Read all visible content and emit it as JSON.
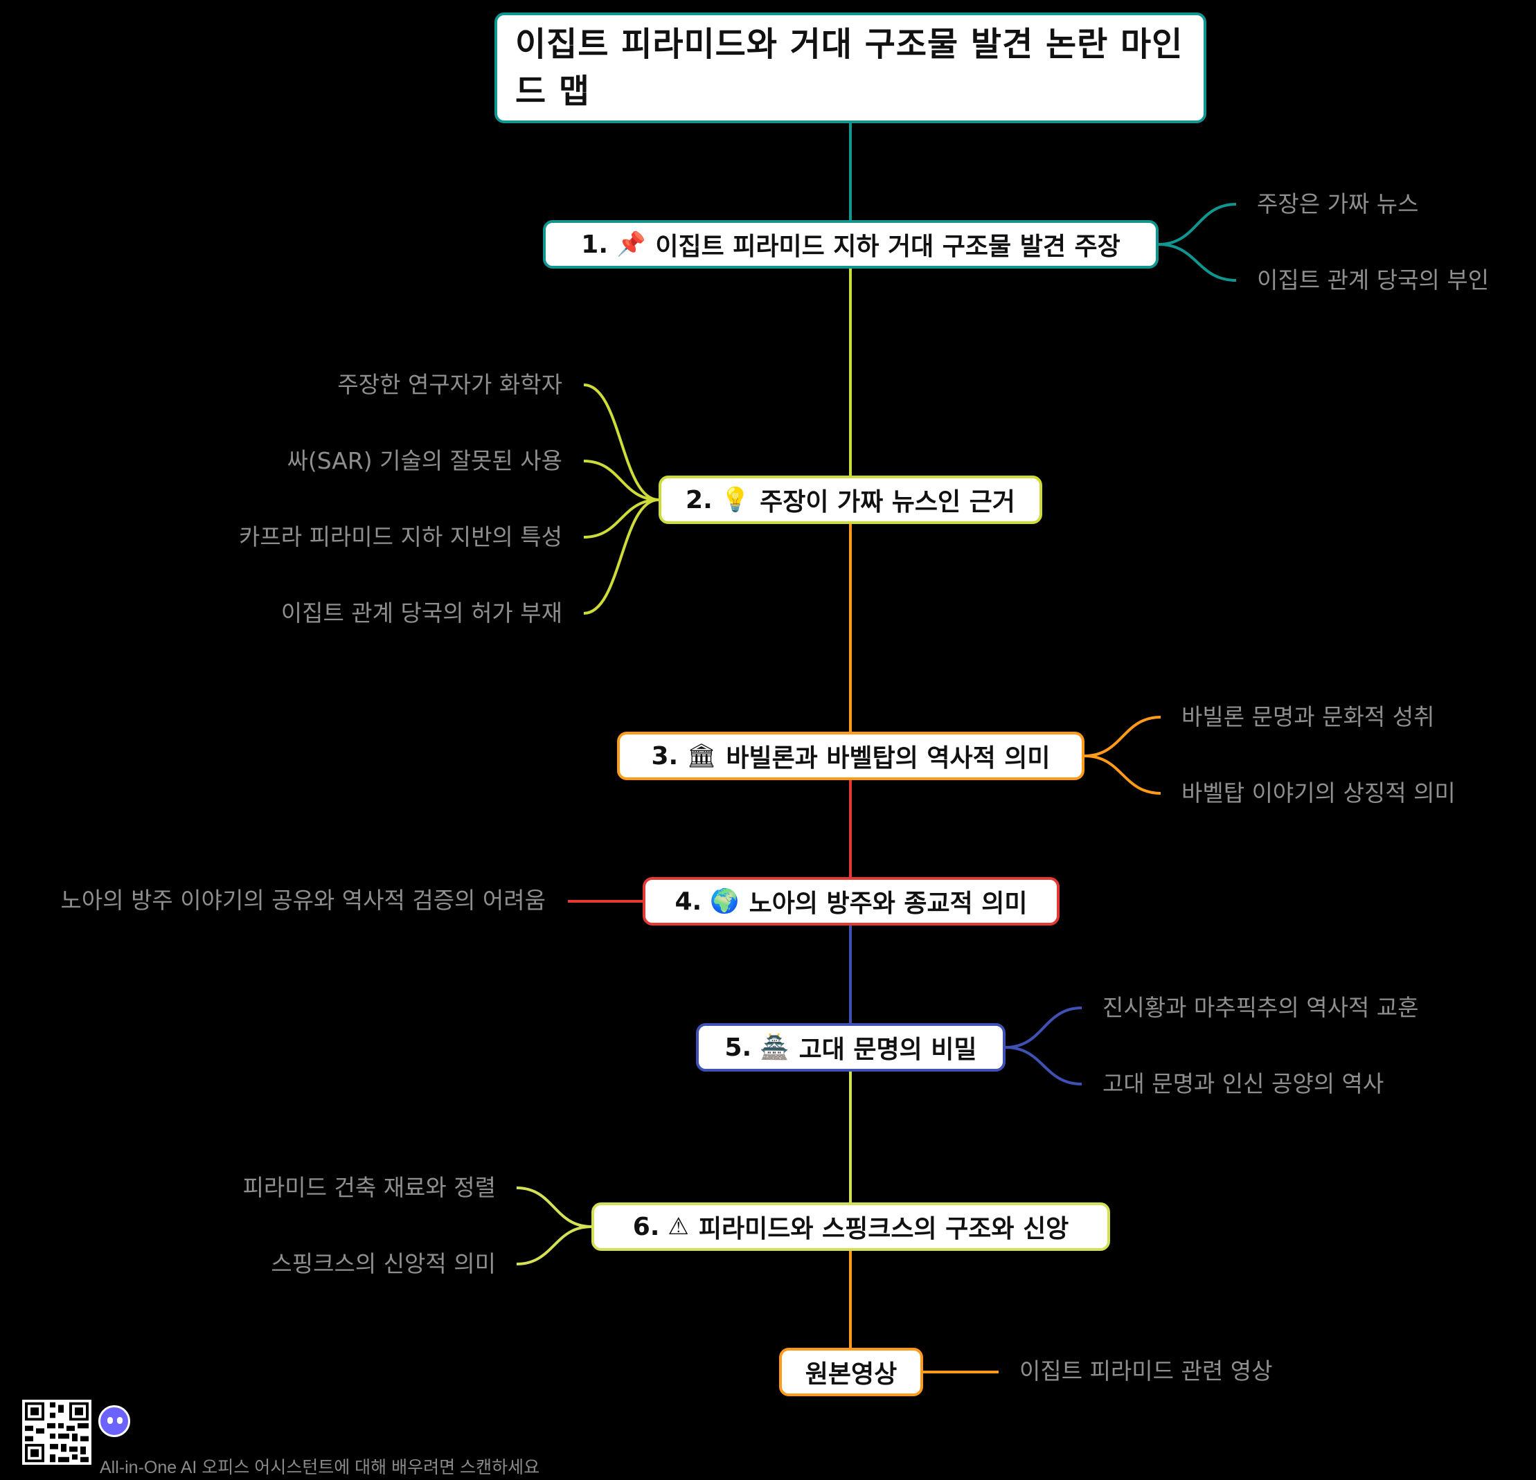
{
  "root": {
    "title": "이집트 피라미드와 거대 구조물 발견 논란 마인드 맵"
  },
  "branches": [
    {
      "num": "1.",
      "icon": "📌",
      "icon_name": "pushpin-icon",
      "label": "이집트 피라미드 지하 거대 구조물 발견 주장",
      "color": "#0f9690",
      "children": [
        "주장은 가짜 뉴스",
        "이집트 관계 당국의 부인"
      ]
    },
    {
      "num": "2.",
      "icon": "💡",
      "icon_name": "lightbulb-icon",
      "label": "주장이 가짜 뉴스인 근거",
      "color": "#cddc39",
      "children": [
        "주장한 연구자가 화학자",
        "싸(SAR) 기술의 잘못된 사용",
        "카프라 피라미드 지하 지반의 특성",
        "이집트 관계 당국의 허가 부재"
      ]
    },
    {
      "num": "3.",
      "icon": "🏛",
      "icon_name": "classical-building-icon",
      "label": "바빌론과 바벨탑의 역사적 의미",
      "color": "#ff9a1a",
      "children": [
        "바빌론 문명과 문화적 성취",
        "바벨탑 이야기의 상징적 의미"
      ]
    },
    {
      "num": "4.",
      "icon": "🌍",
      "icon_name": "globe-icon",
      "label": "노아의 방주와 종교적 의미",
      "color": "#e53935",
      "children": [
        "노아의 방주 이야기의 공유와 역사적 검증의 어려움"
      ]
    },
    {
      "num": "5.",
      "icon": "🏯",
      "icon_name": "temple-icon",
      "label": "고대 문명의 비밀",
      "color": "#3f51b5",
      "children": [
        "진시황과 마추픽추의 역사적 교훈",
        "고대 문명과 인신 공양의 역사"
      ]
    },
    {
      "num": "6.",
      "icon": "⚠",
      "icon_name": "warning-icon",
      "label": "피라미드와 스핑크스의 구조와 신앙",
      "color": "#d4e157",
      "children": [
        "피라미드 건축 재료와 정렬",
        "스핑크스의 신앙적 의미"
      ]
    },
    {
      "num": "",
      "icon": "",
      "icon_name": "",
      "label": "원본영상",
      "color": "#ff9a1a",
      "children": [
        "이집트 피라미드 관련 영상"
      ]
    }
  ],
  "footer": {
    "text": "All-in-One AI 오피스 어시스턴트에 대해 배우려면 스캔하세요"
  }
}
